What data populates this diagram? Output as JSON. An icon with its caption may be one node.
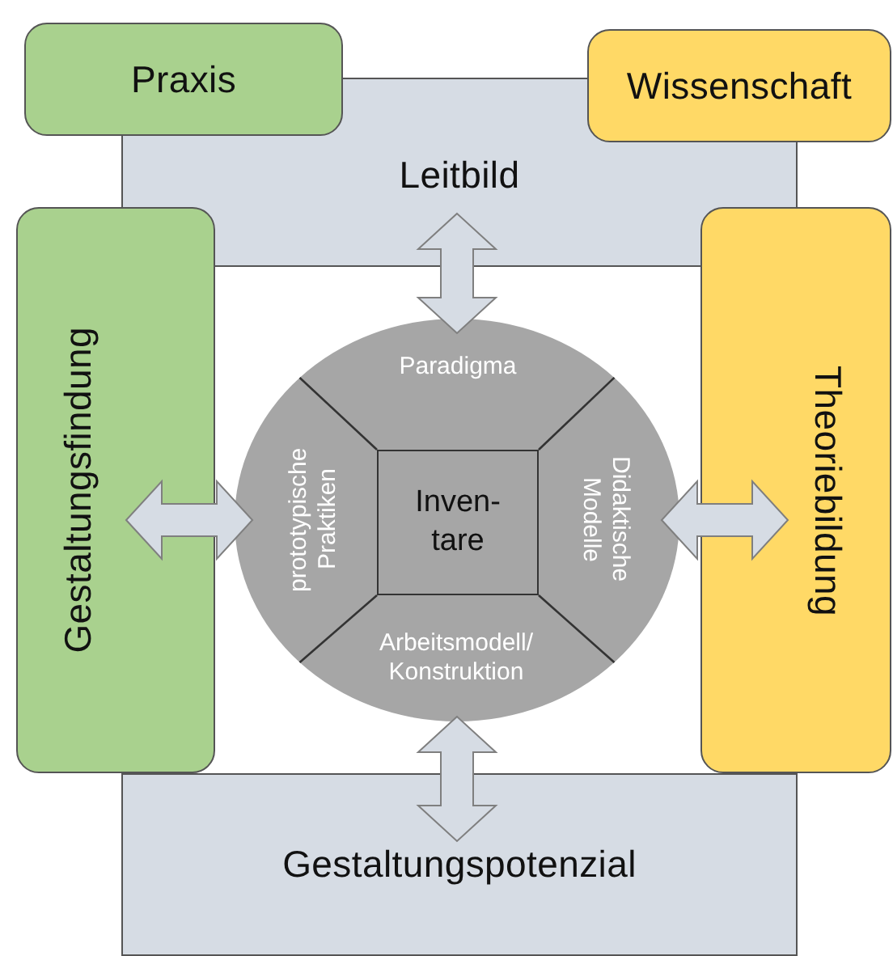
{
  "diagram": {
    "nodes": [
      {
        "text": [
          "Praxis"
        ]
      },
      {
        "text": [
          "Wissenschaft"
        ]
      },
      {
        "text": [
          "Leitbild"
        ]
      },
      {
        "text": [
          "Gestaltungsfindung"
        ]
      },
      {
        "text": [
          "Theoriebildung"
        ]
      },
      {
        "text": [],
        "shape": "circle"
      },
      {
        "text": [
          "Paradigma"
        ],
        "in": 5
      },
      {
        "text": [
          "prototypische Praktiken"
        ],
        "in": 5
      },
      {
        "text": [
          "Inven- tare"
        ],
        "in": 5
      },
      {
        "text": [
          "Didaktische Modelle"
        ],
        "in": 5
      },
      {
        "text": [
          "Arbeitsmodell/ Konstruktion"
        ],
        "in": 5
      },
      {
        "text": [
          "Gestaltungspotenzial"
        ]
      }
    ],
    "edges": [
      {
        "from": 2,
        "to": 5,
        "arrow": "both"
      },
      {
        "from": 3,
        "to": 5,
        "arrow": "both"
      },
      {
        "from": 5,
        "to": 4,
        "arrow": "both"
      },
      {
        "from": 5,
        "to": 11,
        "arrow": "both"
      }
    ]
  }
}
